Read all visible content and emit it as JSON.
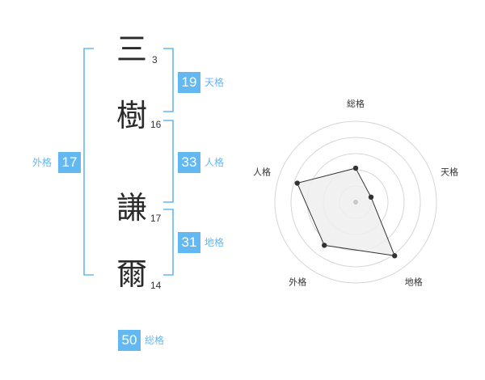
{
  "name": {
    "chars": [
      "三",
      "樹",
      "謙",
      "爾"
    ],
    "strokes": [
      "3",
      "16",
      "17",
      "14"
    ]
  },
  "fortune": {
    "tenkaku": {
      "value": "19",
      "label": "天格"
    },
    "jinkaku": {
      "value": "33",
      "label": "人格"
    },
    "chikaku": {
      "value": "31",
      "label": "地格"
    },
    "gaikaku": {
      "value": "17",
      "label": "外格"
    },
    "soukaku": {
      "value": "50",
      "label": "総格"
    }
  },
  "colors": {
    "accent": "#63b8f2",
    "polygon_fill": "#efefef",
    "ring": "#d6d6d6"
  },
  "chart_data": {
    "type": "radar",
    "axes": [
      "総格",
      "天格",
      "地格",
      "外格",
      "人格"
    ],
    "scale": [
      0,
      5
    ],
    "values": [
      2.1,
      1.0,
      4.1,
      3.3,
      3.8
    ]
  }
}
